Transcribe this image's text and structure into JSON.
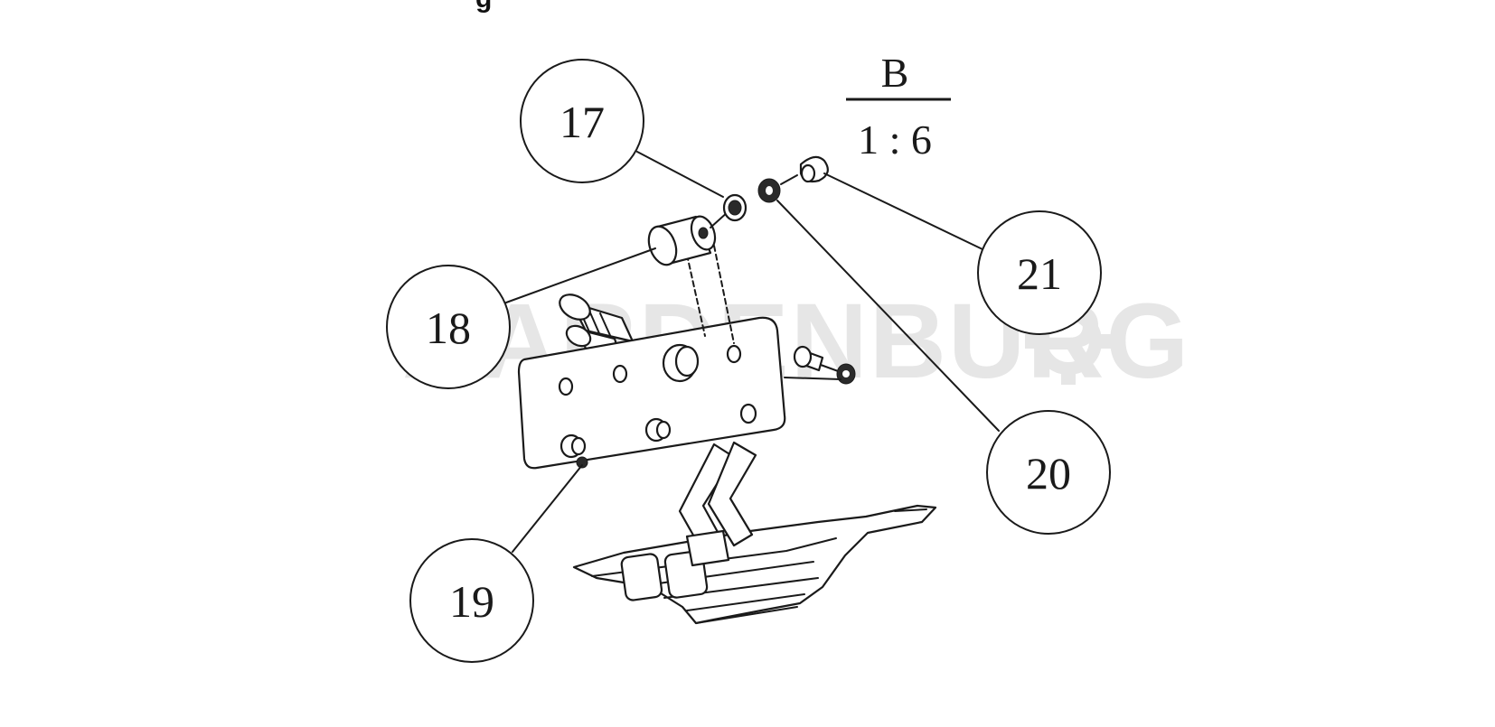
{
  "header": {
    "partial_text": "g"
  },
  "detail_view": {
    "label": "B",
    "scale": "1 : 6"
  },
  "watermark": {
    "text": "AARDENBURG"
  },
  "callouts": [
    {
      "number": "17"
    },
    {
      "number": "18"
    },
    {
      "number": "19"
    },
    {
      "number": "20"
    },
    {
      "number": "21"
    }
  ]
}
